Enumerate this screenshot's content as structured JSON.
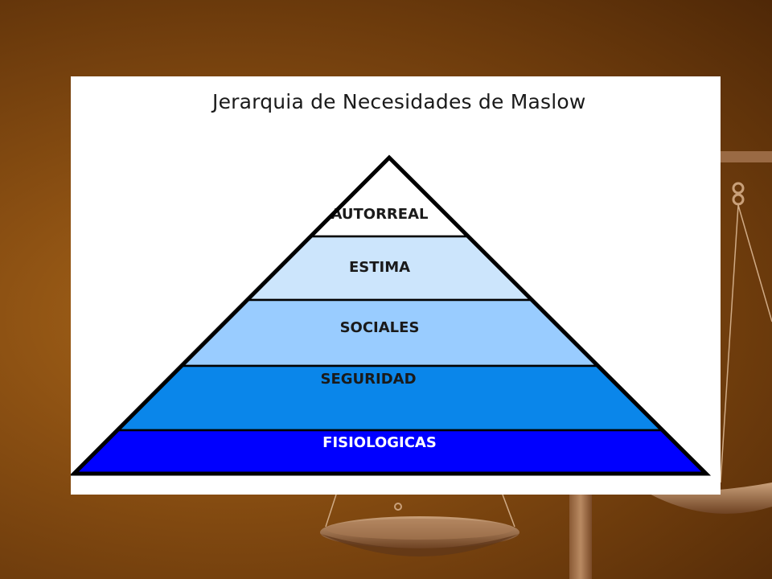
{
  "slide": {
    "title": "Jerarquia de Necesidades de Maslow"
  },
  "pyramid": {
    "levels": [
      {
        "label": "AUTORREAL",
        "color": "#ffffff"
      },
      {
        "label": "ESTIMA",
        "color": "#cce5fc"
      },
      {
        "label": "SOCIALES",
        "color": "#99ccff"
      },
      {
        "label": "SEGURIDAD",
        "color": "#0a86ea"
      },
      {
        "label": "FISIOLOGICAS",
        "color": "#0000ff"
      }
    ],
    "outline_color": "#000000"
  },
  "background": {
    "theme": "brown-gradient-with-justice-scale",
    "colors": [
      "#a8661a",
      "#6b3a0c",
      "#4f2807"
    ]
  }
}
